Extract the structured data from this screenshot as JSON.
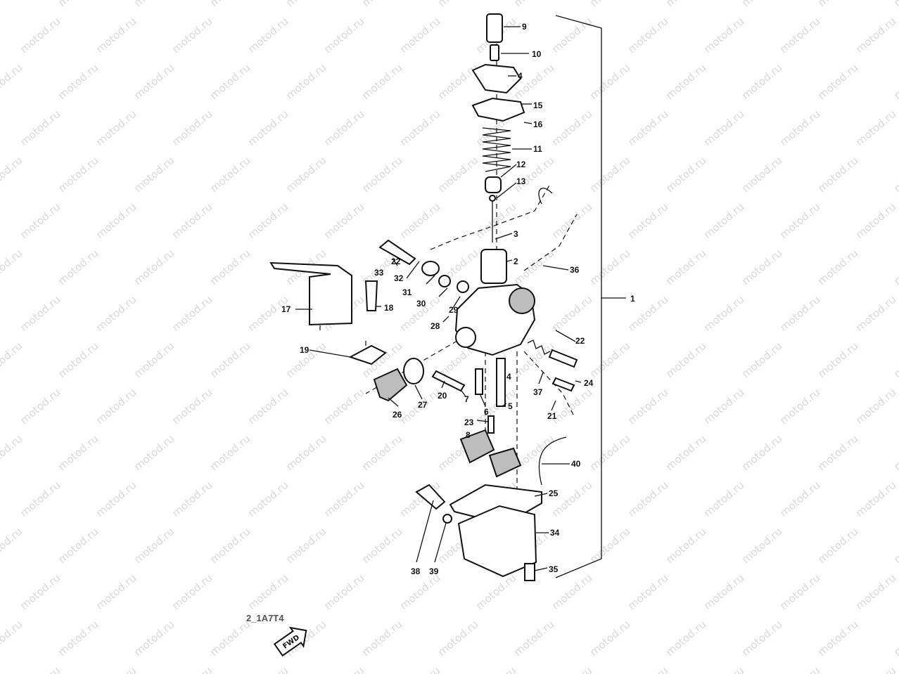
{
  "watermark": "motod.ru",
  "parts": [
    {
      "id": "1",
      "label": "1"
    },
    {
      "id": "2",
      "label": "2"
    },
    {
      "id": "3",
      "label": "3"
    },
    {
      "id": "4a",
      "label": "4"
    },
    {
      "id": "4b",
      "label": "4"
    },
    {
      "id": "5",
      "label": "5"
    },
    {
      "id": "6",
      "label": "6"
    },
    {
      "id": "7",
      "label": "7"
    },
    {
      "id": "8",
      "label": "8"
    },
    {
      "id": "9",
      "label": "9"
    },
    {
      "id": "10",
      "label": "10"
    },
    {
      "id": "11",
      "label": "11"
    },
    {
      "id": "12",
      "label": "12"
    },
    {
      "id": "13",
      "label": "13"
    },
    {
      "id": "15",
      "label": "15"
    },
    {
      "id": "16",
      "label": "16"
    },
    {
      "id": "17",
      "label": "17"
    },
    {
      "id": "18",
      "label": "18"
    },
    {
      "id": "19",
      "label": "19"
    },
    {
      "id": "20",
      "label": "20"
    },
    {
      "id": "21",
      "label": "21"
    },
    {
      "id": "22a",
      "label": "22"
    },
    {
      "id": "22b",
      "label": "22"
    },
    {
      "id": "23",
      "label": "23"
    },
    {
      "id": "24",
      "label": "24"
    },
    {
      "id": "25",
      "label": "25"
    },
    {
      "id": "26",
      "label": "26"
    },
    {
      "id": "27",
      "label": "27"
    },
    {
      "id": "28",
      "label": "28"
    },
    {
      "id": "29",
      "label": "29"
    },
    {
      "id": "30",
      "label": "30"
    },
    {
      "id": "31",
      "label": "31"
    },
    {
      "id": "32",
      "label": "32"
    },
    {
      "id": "33",
      "label": "33"
    },
    {
      "id": "34",
      "label": "34"
    },
    {
      "id": "35",
      "label": "35"
    },
    {
      "id": "36",
      "label": "36"
    },
    {
      "id": "37",
      "label": "37"
    },
    {
      "id": "38",
      "label": "38"
    },
    {
      "id": "39",
      "label": "39"
    },
    {
      "id": "40",
      "label": "40"
    }
  ],
  "fwd_label": "FWD",
  "catalog_code": "2_1A7T4"
}
